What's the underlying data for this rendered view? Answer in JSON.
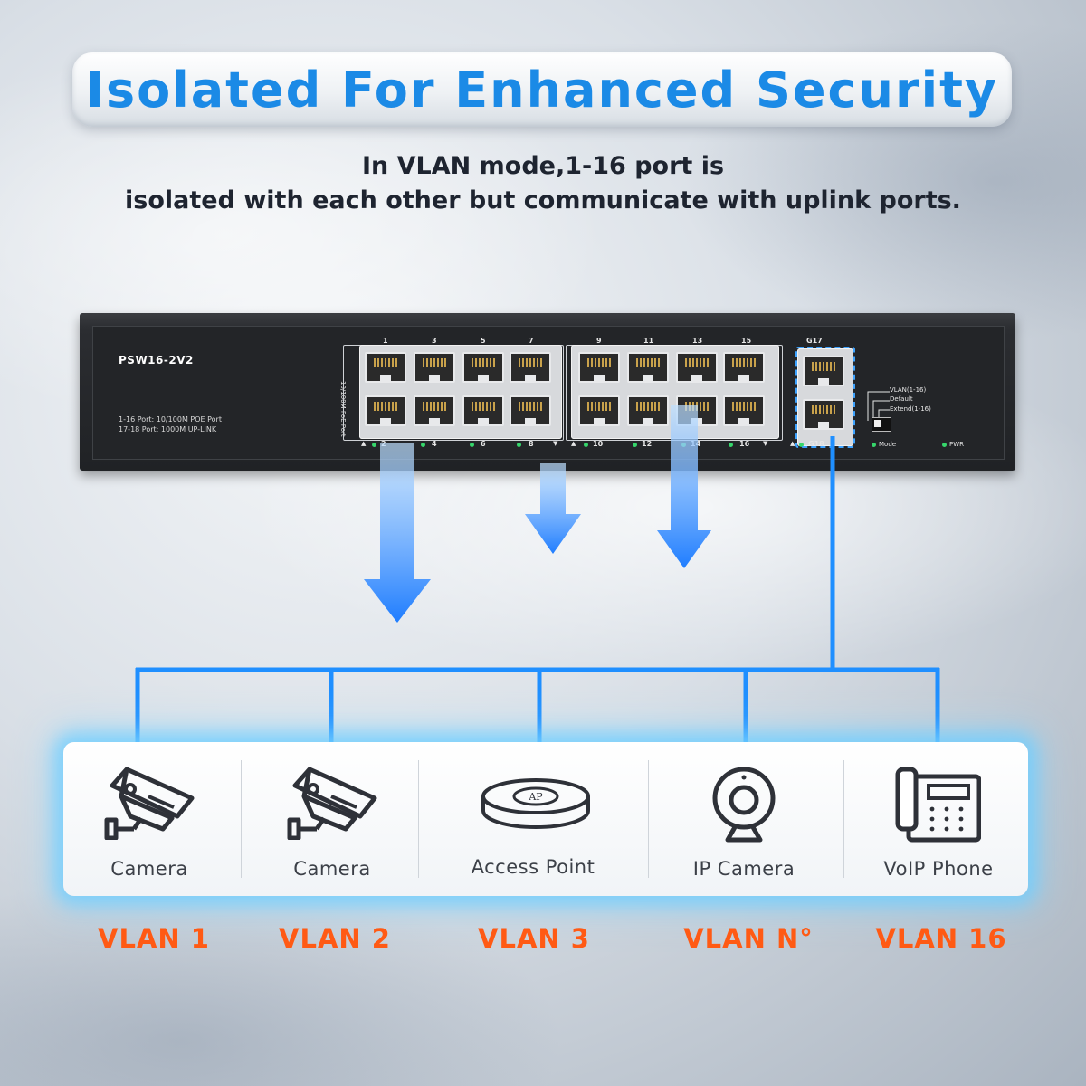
{
  "title": "Isolated For Enhanced Security",
  "subtitle_line1": "In VLAN mode,1-16 port is",
  "subtitle_line2": "isolated with each other but communicate with uplink ports.",
  "switch": {
    "model": "PSW16-2V2",
    "spec_line1": "1-16 Port: 10/100M POE Port",
    "spec_line2": "17-18 Port: 1000M UP-LINK",
    "vertical_label": "10/100M PoE Port",
    "top_port_numbers": [
      "1",
      "3",
      "5",
      "7",
      "9",
      "11",
      "13",
      "15"
    ],
    "bottom_port_numbers": [
      "2",
      "4",
      "6",
      "8",
      "10",
      "12",
      "14",
      "16"
    ],
    "uplink_top": "G17",
    "uplink_bottom": "G18",
    "mode_options": [
      "VLAN(1-16)",
      "Default",
      "Extend(1-16)"
    ],
    "mode_led_label": "Mode",
    "pwr_led_label": "PWR"
  },
  "devices": [
    {
      "label": "Camera",
      "icon": "security-camera-icon",
      "vlan": "VLAN 1"
    },
    {
      "label": "Camera",
      "icon": "security-camera-icon",
      "vlan": "VLAN 2"
    },
    {
      "label": "Access Point",
      "icon": "access-point-icon",
      "icon_text": "AP",
      "vlan": "VLAN 3"
    },
    {
      "label": "IP Camera",
      "icon": "webcam-icon",
      "vlan": "VLAN N°"
    },
    {
      "label": "VoIP Phone",
      "icon": "desk-phone-icon",
      "vlan": "VLAN 16"
    }
  ],
  "colors": {
    "title": "#1b8ae6",
    "vlan_label": "#ff5a14",
    "connector": "#1f8fff",
    "arrow": "#2a86ff",
    "panel_glow": "#6ecdff"
  }
}
